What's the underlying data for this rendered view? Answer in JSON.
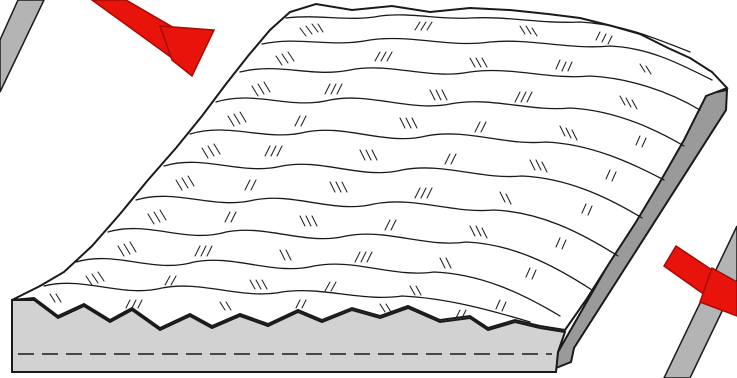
{
  "colors": {
    "background": "#ffffff",
    "line": "#1a1a1a",
    "block_front": "#d2d2d2",
    "block_side": "#9a9a9a",
    "frame": "#b4b4b4",
    "terrain": "#ffffff",
    "arrow": "#e8140c",
    "arrow_dark": "#a60a05"
  },
  "arrows": [
    {
      "name": "arrow-top",
      "direction": "down-right"
    },
    {
      "name": "arrow-right",
      "direction": "down-right"
    }
  ],
  "features": {
    "terrain": "hummocky-terrain",
    "base": "dashed-stratum-line"
  }
}
